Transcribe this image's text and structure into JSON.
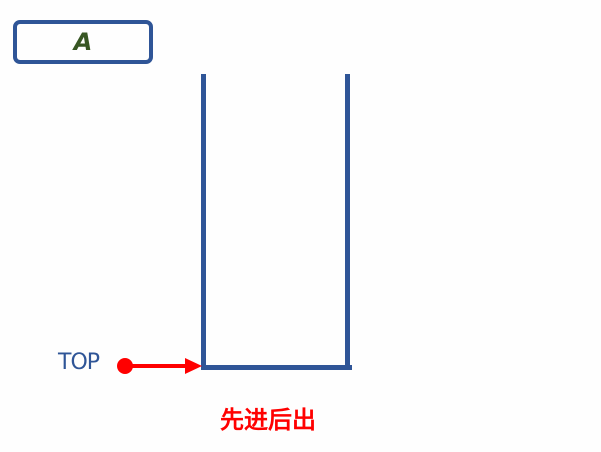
{
  "stack_label": "A",
  "pointer": {
    "label": "TOP",
    "color": "#ff0000"
  },
  "caption": "先进后出",
  "colors": {
    "stack_wall": "#2f5597",
    "label_text": "#375623",
    "caption": "#ff0000"
  }
}
